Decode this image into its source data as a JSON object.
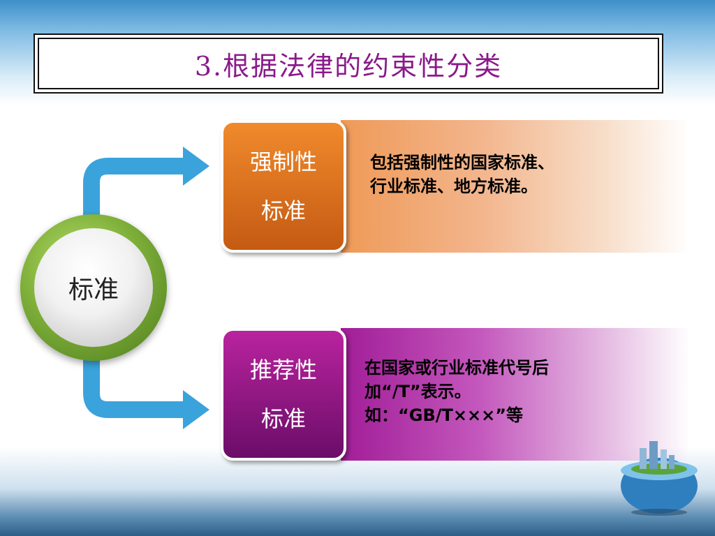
{
  "title": "3.根据法律的约束性分类",
  "center": {
    "label": "标准"
  },
  "mandatory": {
    "line1": "强制性",
    "line2": "标准",
    "description": [
      "包括强制性的国家标准、",
      "行业标准、地方标准。"
    ]
  },
  "recommended": {
    "line1": "推荐性",
    "line2": "标准",
    "description": [
      "在国家或行业标准代号后",
      "加“/T”表示。",
      "如：“GB/T×××”等"
    ]
  },
  "colors": {
    "title": "#8a1a8a",
    "arrow": "#3aa3dc",
    "mandatory": "#e8741f",
    "recommended": "#9b1a8f",
    "circle_ring": "#7fb03a"
  }
}
